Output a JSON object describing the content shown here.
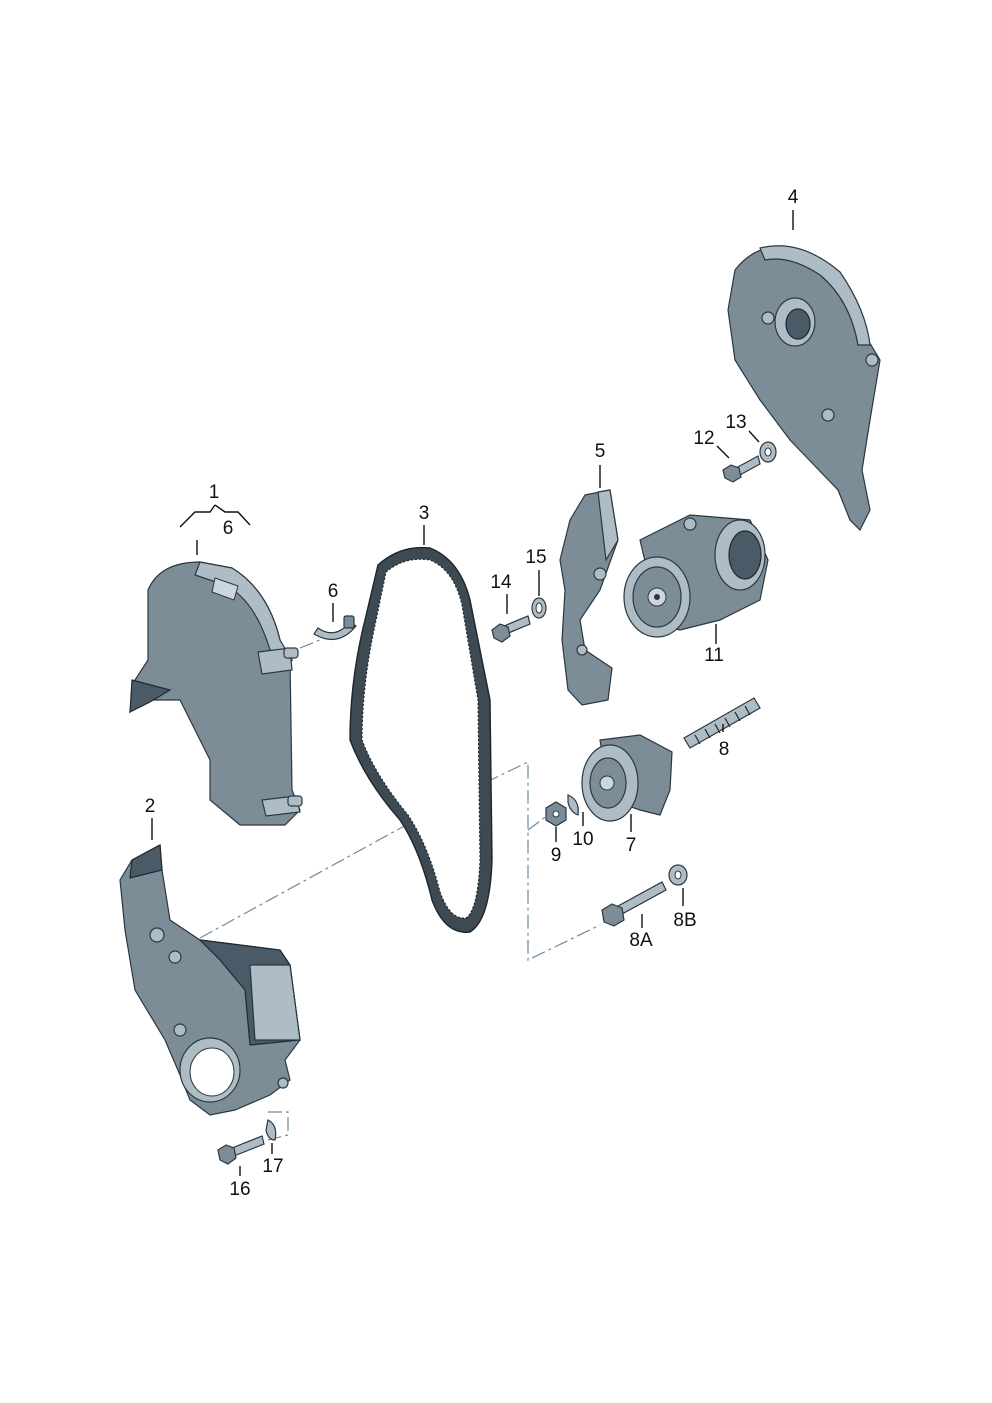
{
  "callouts": {
    "c1": "1",
    "c1_6": "6",
    "c2": "2",
    "c3": "3",
    "c4": "4",
    "c5": "5",
    "c6": "6",
    "c7": "7",
    "c8": "8",
    "c8a": "8A",
    "c8b": "8B",
    "c9": "9",
    "c10": "10",
    "c11": "11",
    "c12": "12",
    "c13": "13",
    "c14": "14",
    "c15": "15",
    "c16": "16",
    "c17": "17"
  },
  "colors": {
    "part_dark": "#4a5a66",
    "part_mid": "#7d8d98",
    "part_light": "#aebcc5",
    "assembly_line": "#6f8aa0"
  }
}
